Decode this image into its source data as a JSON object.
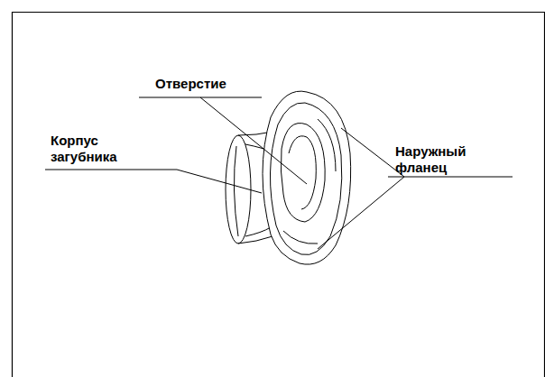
{
  "diagram": {
    "labels": [
      "Отверстие",
      "Корпус загубника",
      "Наружный фланец"
    ]
  }
}
